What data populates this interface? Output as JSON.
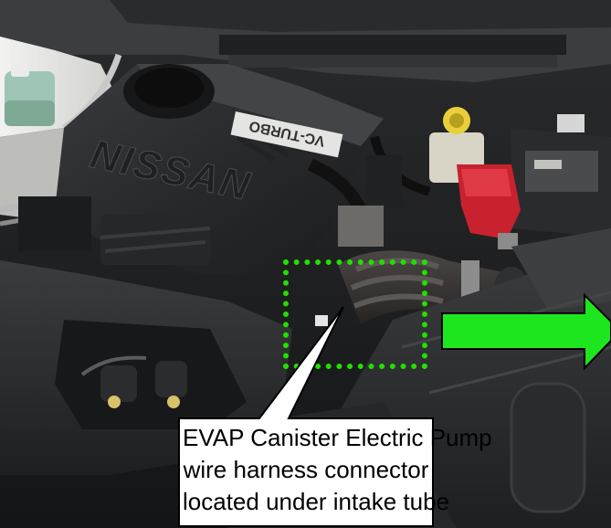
{
  "callout": {
    "line1": "EVAP Canister Electric Pump",
    "line2": "wire harness connector",
    "line3": "located under intake tube"
  },
  "engine_cover": {
    "brand_text": "NISSAN",
    "badge_text": "VC-TURBO"
  },
  "colors": {
    "highlight_box": "#22e000",
    "arrow_fill": "#1ee61e",
    "callout_fill": "#ffffff",
    "callout_text": "#000000"
  }
}
